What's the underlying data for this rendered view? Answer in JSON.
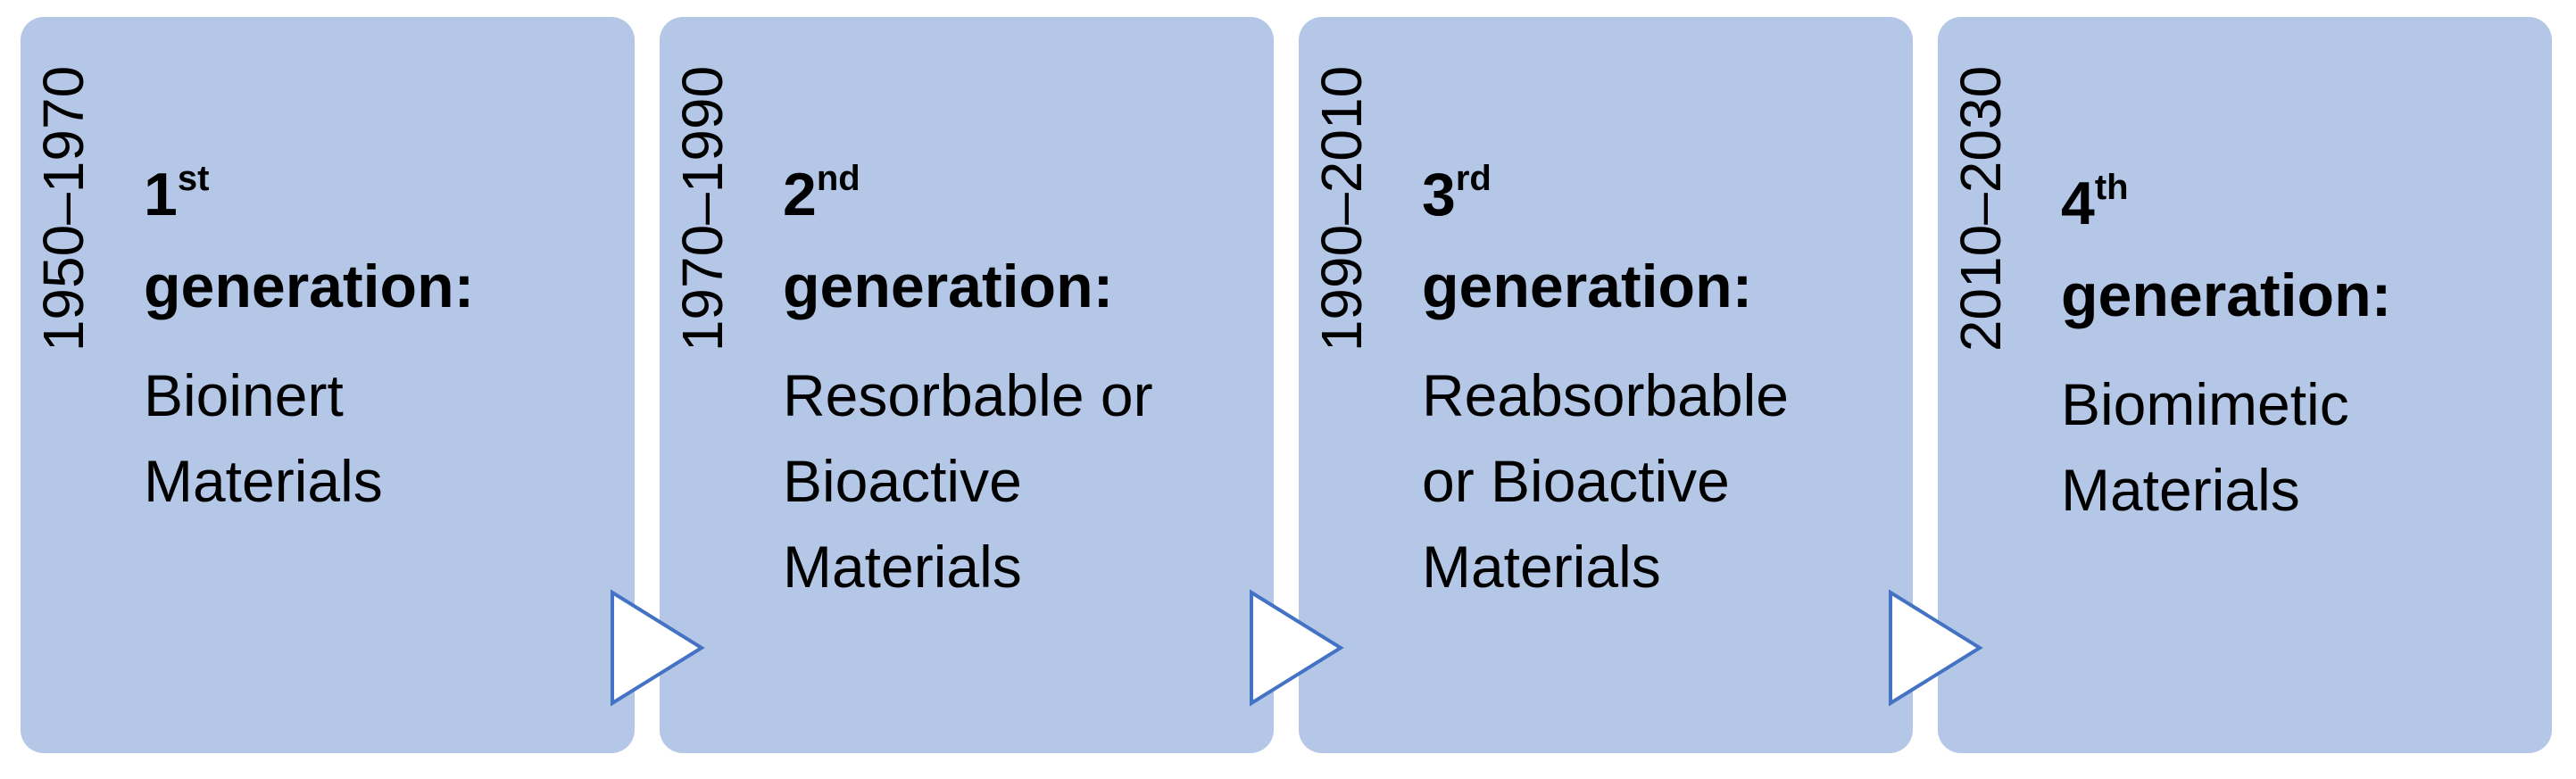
{
  "stages": [
    {
      "years": "1950–1970",
      "ordinal_number": "1",
      "ordinal_suffix": "st",
      "generation_word": "generation:",
      "description_lines": [
        "Bioinert",
        "Materials"
      ]
    },
    {
      "years": "1970–1990",
      "ordinal_number": "2",
      "ordinal_suffix": "nd",
      "generation_word": "generation:",
      "description_lines": [
        "Resorbable or",
        "Bioactive",
        "Materials"
      ]
    },
    {
      "years": "1990–2010",
      "ordinal_number": "3",
      "ordinal_suffix": "rd",
      "generation_word": "generation:",
      "description_lines": [
        "Reabsorbable",
        "or Bioactive",
        "Materials"
      ]
    },
    {
      "years": "2010–2030",
      "ordinal_number": "4",
      "ordinal_suffix": "th",
      "generation_word": "generation:",
      "description_lines": [
        "Biomimetic",
        "Materials"
      ]
    }
  ],
  "colors": {
    "card_fill": "#b4c7e7",
    "arrow_fill": "#ffffff",
    "arrow_stroke": "#4472c4",
    "text": "#000000"
  },
  "icons": {
    "connector": "right-triangle-arrow-icon"
  }
}
